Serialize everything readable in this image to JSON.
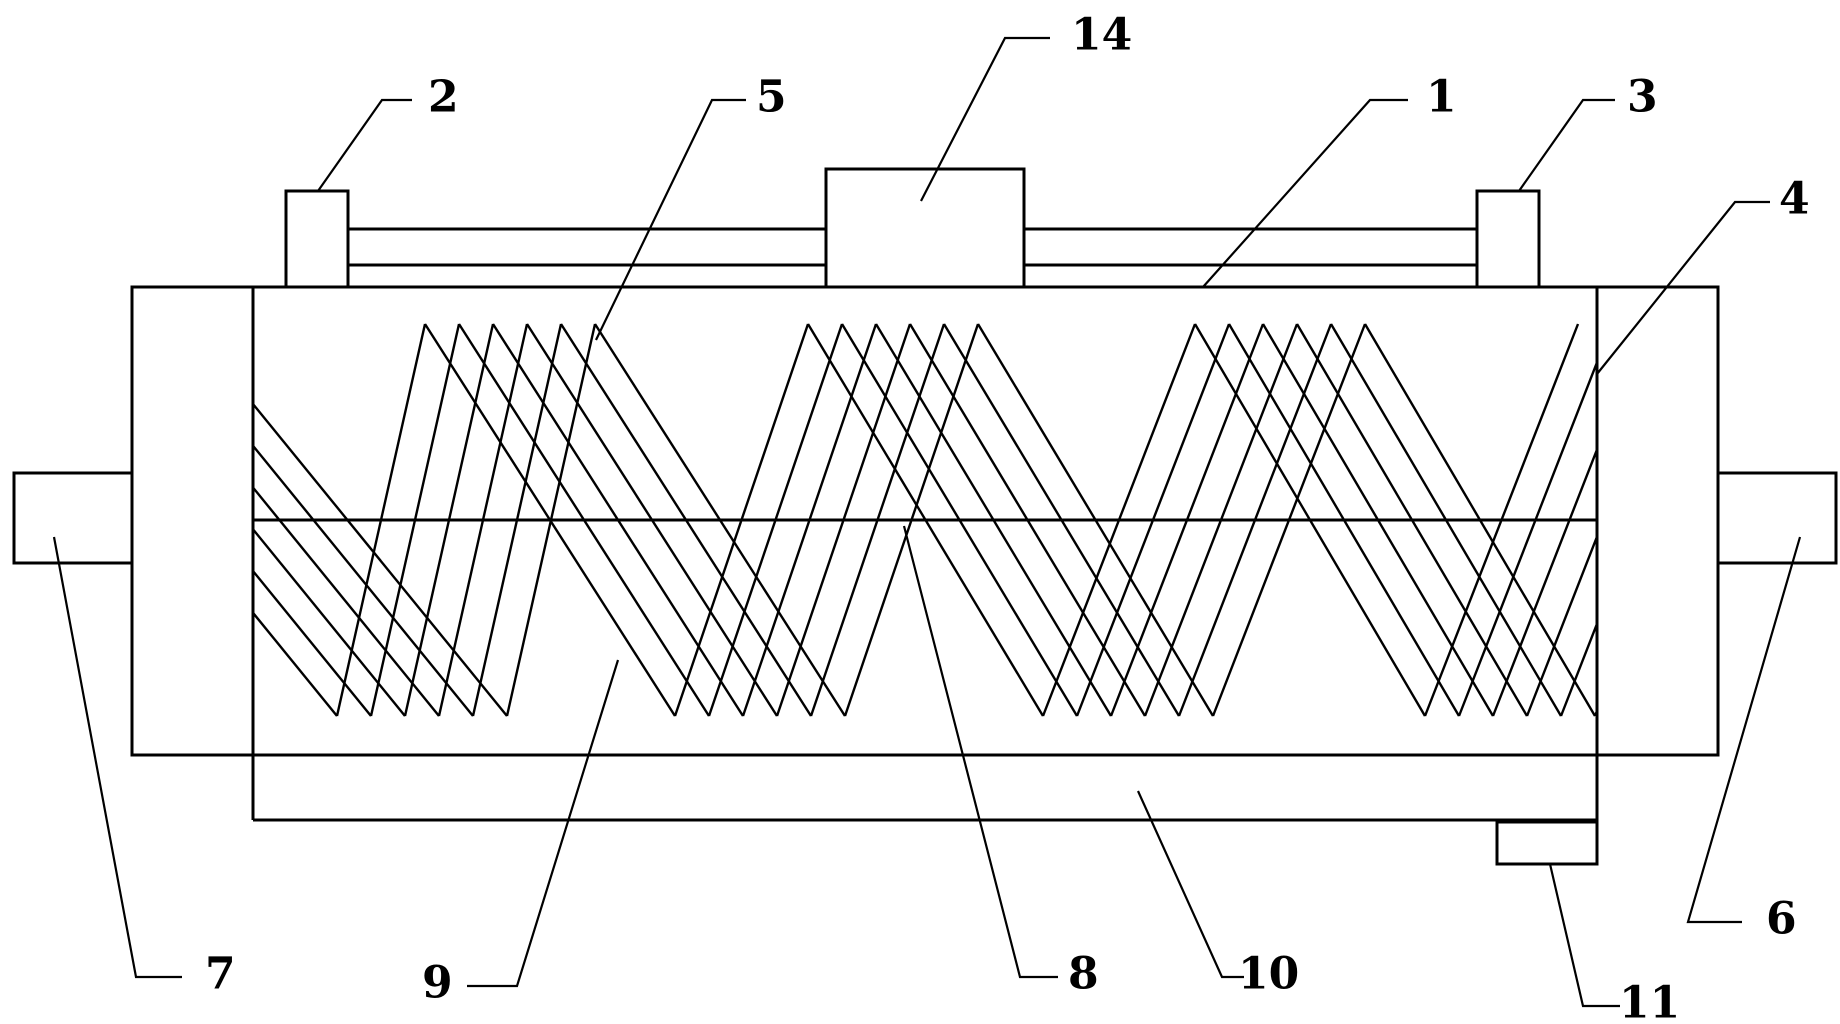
{
  "labels": {
    "housing": "1",
    "left_support": "2",
    "right_support": "3",
    "end_plate_right": "4",
    "screw_blade": "5",
    "right_shaft": "6",
    "left_shaft": "7",
    "central_shaft": "8",
    "helical_blade": "9",
    "bottom_trough": "10",
    "outlet": "11",
    "motor_box": "14"
  }
}
